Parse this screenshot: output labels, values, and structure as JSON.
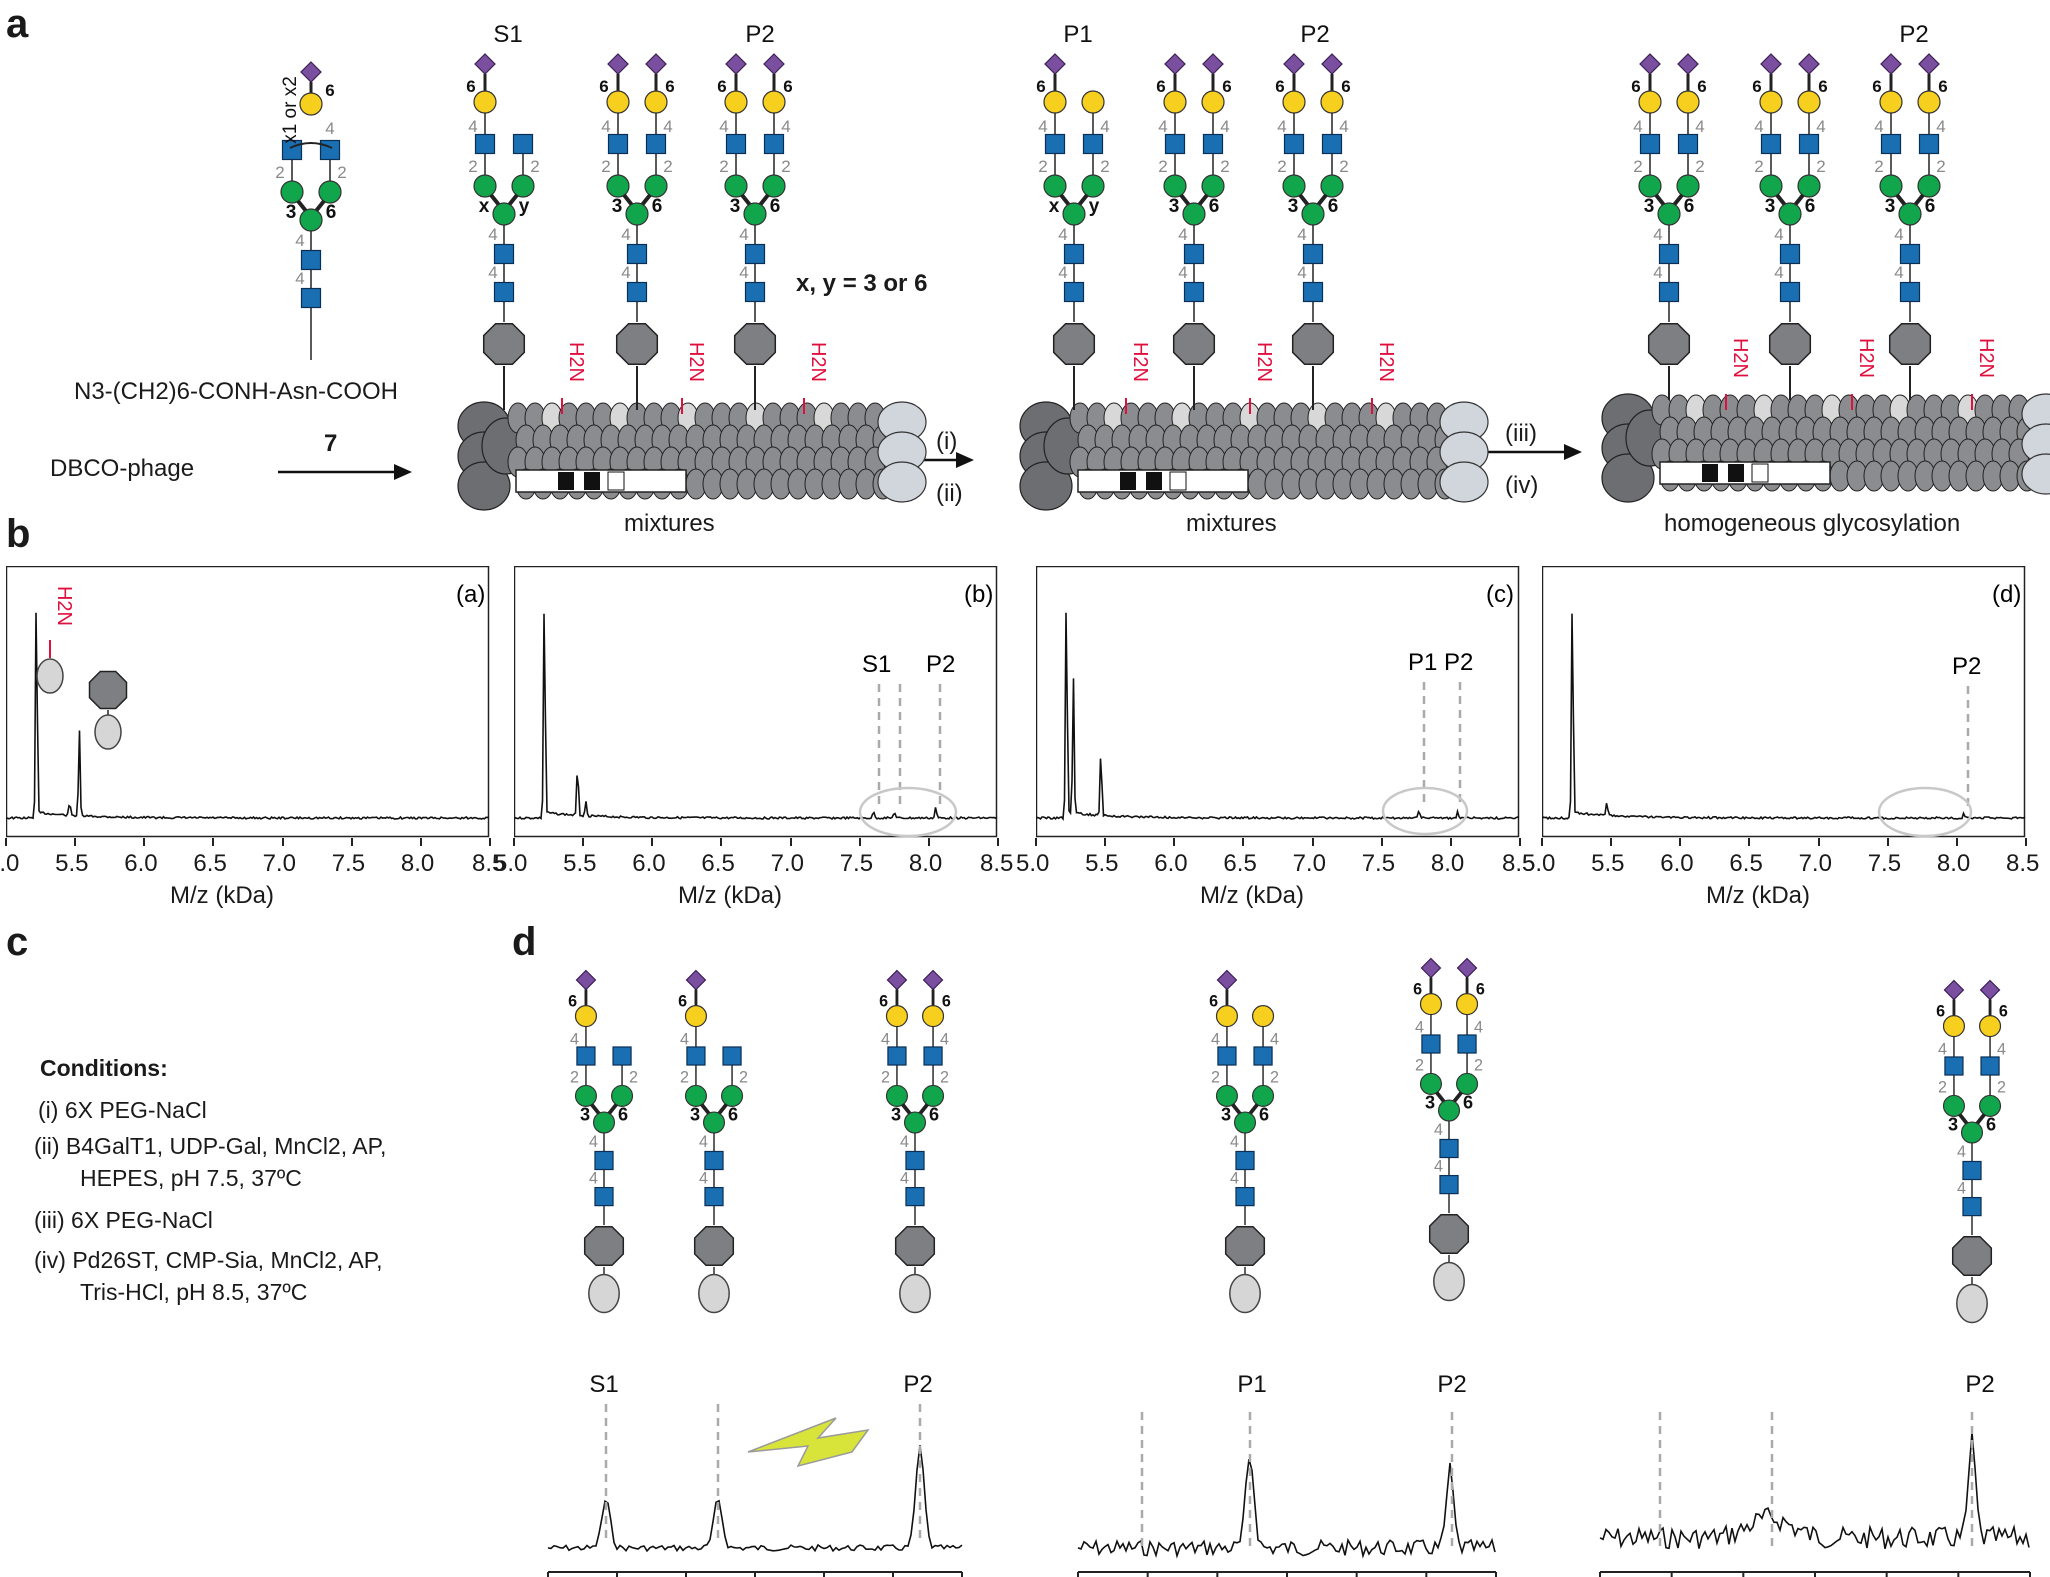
{
  "panels": {
    "a": "a",
    "b": "b",
    "c": "c",
    "d": "d"
  },
  "panel_a": {
    "reagent": "N3-(CH2)6-CONH-Asn-COOH",
    "compound_number": "7",
    "phage_label": "DBCO-phage",
    "branch_note": "x1 or x2",
    "xy_note": "x, y = 3 or 6",
    "step1": {
      "line1": "(i)",
      "line2": "(ii)"
    },
    "step2": {
      "line1": "(iii)",
      "line2": "(iv)"
    },
    "caption1": "mixtures",
    "caption2": "mixtures",
    "caption3": "homogeneous glycosylation",
    "species": {
      "S1": "S1",
      "P1": "P1",
      "P2": "P2"
    },
    "amine": "H2N",
    "linkage": {
      "x": "x",
      "y": "y",
      "three": "3",
      "six": "6",
      "two": "2",
      "four": "4"
    }
  },
  "panel_b": {
    "xlabel": "M/z (kDa)",
    "subpanels": [
      "(a)",
      "(b)",
      "(c)",
      "(d)"
    ],
    "ticks": [
      "5.0",
      "5.5",
      "6.0",
      "6.5",
      "7.0",
      "7.5",
      "8.0",
      "8.5"
    ],
    "chart_data": [
      {
        "type": "line",
        "label": "(a)",
        "xlabel": "M/z (kDa)",
        "xlim": [
          5.0,
          8.5
        ],
        "peaks": [
          {
            "x": 5.22,
            "y": 1.0
          },
          {
            "x": 5.46,
            "y": 0.06
          },
          {
            "x": 5.53,
            "y": 0.38
          }
        ]
      },
      {
        "type": "line",
        "label": "(b)",
        "xlabel": "M/z (kDa)",
        "xlim": [
          5.0,
          8.5
        ],
        "peaks": [
          {
            "x": 5.22,
            "y": 1.0
          },
          {
            "x": 5.46,
            "y": 0.24
          },
          {
            "x": 5.52,
            "y": 0.06
          },
          {
            "x": 7.6,
            "y": 0.03
          },
          {
            "x": 7.75,
            "y": 0.03
          },
          {
            "x": 8.05,
            "y": 0.05
          }
        ],
        "annotations": [
          "S1",
          "P2"
        ]
      },
      {
        "type": "line",
        "label": "(c)",
        "xlabel": "M/z (kDa)",
        "xlim": [
          5.0,
          8.5
        ],
        "peaks": [
          {
            "x": 5.22,
            "y": 1.0
          },
          {
            "x": 5.27,
            "y": 0.6
          },
          {
            "x": 5.47,
            "y": 0.3
          },
          {
            "x": 7.77,
            "y": 0.03
          },
          {
            "x": 8.05,
            "y": 0.03
          }
        ],
        "annotations": [
          "P1",
          "P2"
        ]
      },
      {
        "type": "line",
        "label": "(d)",
        "xlabel": "M/z (kDa)",
        "xlim": [
          5.0,
          8.5
        ],
        "peaks": [
          {
            "x": 5.22,
            "y": 1.0
          },
          {
            "x": 5.47,
            "y": 0.06
          },
          {
            "x": 8.05,
            "y": 0.02
          }
        ],
        "annotations": [
          "P2"
        ]
      }
    ]
  },
  "panel_c": {
    "title": "Conditions:",
    "items": [
      "(i) 6X PEG-NaCl",
      "(ii) B4GalT1, UDP-Gal, MnCl2, AP,",
      "HEPES, pH 7.5, 37ºC",
      "(iii) 6X PEG-NaCl",
      "(iv) Pd26ST, CMP-Sia, MnCl2, AP,",
      "Tris-HCl, pH 8.5, 37ºC"
    ]
  },
  "panel_d": {
    "labels": [
      "S1",
      "P2",
      "P1",
      "P2",
      "P2"
    ]
  },
  "colors": {
    "sialic": "#7b4fa0",
    "galactose": "#f7cf1e",
    "glcnac": "#1a6fb3",
    "mannose": "#11a64b",
    "octagon": "#7d7f83",
    "protein": "#d6d6d6",
    "amine": "#e0103e",
    "bolt": "#d9e43a"
  }
}
